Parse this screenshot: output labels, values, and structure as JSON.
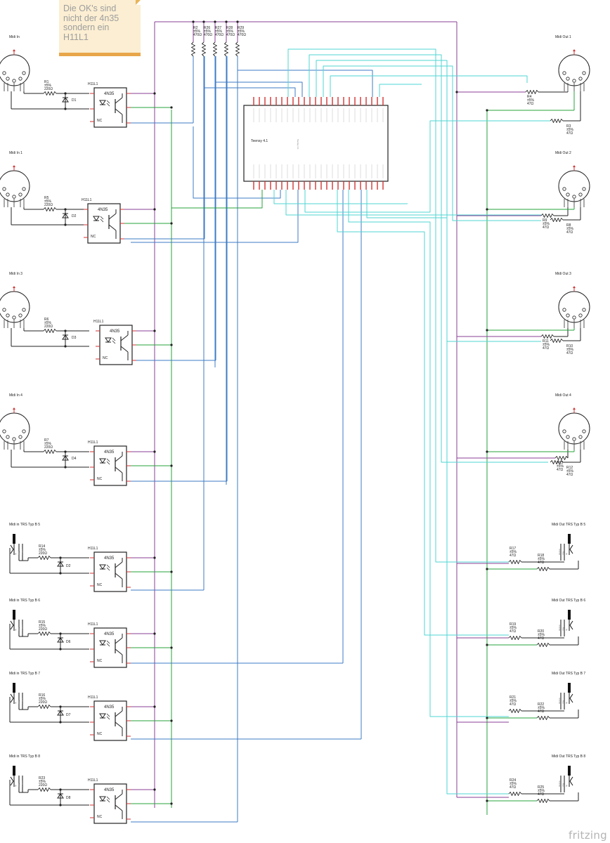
{
  "note": {
    "text": "Die OK's sind\nnicht der 4n35\nsondern ein\nH11L1"
  },
  "watermark": "fritzing",
  "colors": {
    "purple": "#8a3f94",
    "green": "#27a33b",
    "blue": "#3d7bc4",
    "cyan": "#4fd6d3",
    "red": "#d23232",
    "wire": "#222222"
  },
  "teensy": {
    "name": "Teensy 4.1",
    "side_label": "Teensy 4.1"
  },
  "opto_chip": "4N35",
  "opto_nc": "NC",
  "midi_inputs": [
    {
      "title": "Midi In",
      "r_name": "R1",
      "r_tol": "±5%",
      "r_val": "220Ω",
      "d_name": "D1",
      "opto_title": "H11L1"
    },
    {
      "title": "Midi In 1",
      "r_name": "R5",
      "r_tol": "±5%",
      "r_val": "220Ω",
      "d_name": "D2",
      "opto_title": "H11L1"
    },
    {
      "title": "Midi In 3",
      "r_name": "R6",
      "r_tol": "±5%",
      "r_val": "220Ω",
      "d_name": "D3",
      "opto_title": "H11L1"
    },
    {
      "title": "Midi In 4",
      "r_name": "R7",
      "r_tol": "±5%",
      "r_val": "220Ω",
      "d_name": "D4",
      "opto_title": "H11L1"
    }
  ],
  "trs_inputs": [
    {
      "title": "Midi in TRS Typ B 5",
      "r_name": "R14",
      "r_tol": "±5%",
      "r_val": "220Ω",
      "d_name": "D2",
      "opto_title": "H11L1"
    },
    {
      "title": "Midi in TRS Typ B 6",
      "r_name": "R15",
      "r_tol": "±5%",
      "r_val": "220Ω",
      "d_name": "D6",
      "opto_title": "H11L1"
    },
    {
      "title": "Midi in TRS Typ B 7",
      "r_name": "R16",
      "r_tol": "±5%",
      "r_val": "220Ω",
      "d_name": "D7",
      "opto_title": "H11L1"
    },
    {
      "title": "Midi in TRS Typ B 8",
      "r_name": "R23",
      "r_tol": "±5%",
      "r_val": "220Ω",
      "d_name": "D8",
      "opto_title": "H11L1"
    }
  ],
  "pullups": [
    {
      "name": "R2",
      "tol": "±5%",
      "val": "470Ω"
    },
    {
      "name": "R26",
      "tol": "±5%",
      "val": "470Ω"
    },
    {
      "name": "R27",
      "tol": "±5%",
      "val": "470Ω"
    },
    {
      "name": "R28",
      "tol": "±5%",
      "val": "470Ω"
    },
    {
      "name": "R29",
      "tol": "±5%",
      "val": "470Ω"
    }
  ],
  "midi_outputs": [
    {
      "title": "Midi Out 1",
      "ra_name": "R4",
      "ra_tol": "±5%",
      "ra_val": "47Ω",
      "rb_name": "R3",
      "rb_tol": "±5%",
      "rb_val": "47Ω"
    },
    {
      "title": "Midi Out 2",
      "ra_name": "R9",
      "ra_tol": "±5%",
      "ra_val": "47Ω",
      "rb_name": "R8",
      "rb_tol": "±5%",
      "rb_val": "47Ω"
    },
    {
      "title": "Midi Out 3",
      "ra_name": "R11",
      "ra_tol": "±5%",
      "ra_val": "47Ω",
      "rb_name": "R10",
      "rb_tol": "±5%",
      "rb_val": "47Ω"
    },
    {
      "title": "Midi Out 4",
      "ra_name": "R13",
      "ra_tol": "±5%",
      "ra_val": "47Ω",
      "rb_name": "R12",
      "rb_tol": "±5%",
      "rb_val": "47Ω"
    }
  ],
  "trs_outputs": [
    {
      "title": "Midi Out TRS Typ B 5",
      "ra_name": "R17",
      "ra_tol": "±5%",
      "ra_val": "47Ω",
      "rb_name": "R18",
      "rb_tol": "±5%",
      "rb_val": "47Ω"
    },
    {
      "title": "Midi Out TRS Typ B 6",
      "ra_name": "R19",
      "ra_tol": "±5%",
      "ra_val": "47Ω",
      "rb_name": "R20",
      "rb_tol": "±5%",
      "rb_val": "47Ω"
    },
    {
      "title": "Midi Out TRS Typ B 7",
      "ra_name": "R21",
      "ra_tol": "±5%",
      "ra_val": "47Ω",
      "rb_name": "R22",
      "rb_tol": "±5%",
      "rb_val": "47Ω"
    },
    {
      "title": "Midi Out TRS Typ B 8",
      "ra_name": "R24",
      "ra_tol": "±5%",
      "ra_val": "47Ω",
      "rb_name": "R25",
      "rb_tol": "±5%",
      "rb_val": "47Ω"
    }
  ]
}
